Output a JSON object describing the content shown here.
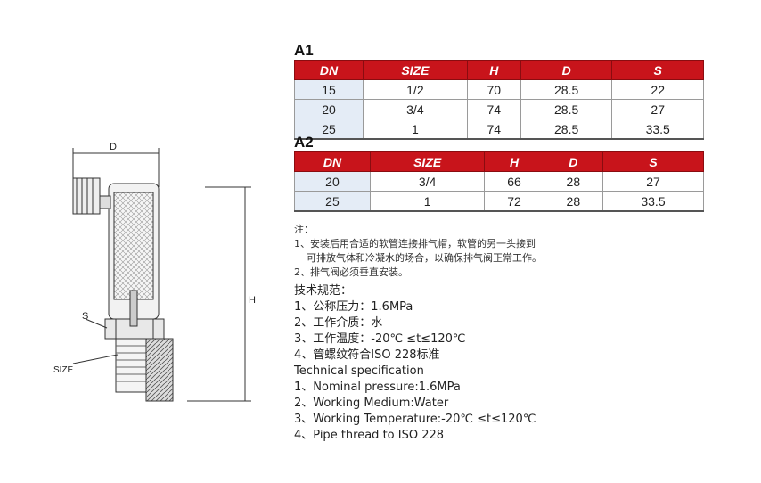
{
  "drawing": {
    "labels": {
      "d": "D",
      "h": "H",
      "s": "S",
      "size": "SIZE"
    }
  },
  "tables": {
    "a1": {
      "label": "A1",
      "headers": [
        "DN",
        "SIZE",
        "H",
        "D",
        "S"
      ],
      "rows": [
        [
          "15",
          "1/2",
          "70",
          "28.5",
          "22"
        ],
        [
          "20",
          "3/4",
          "74",
          "28.5",
          "27"
        ],
        [
          "25",
          "1",
          "74",
          "28.5",
          "33.5"
        ]
      ]
    },
    "a2": {
      "label": "A2",
      "headers": [
        "DN",
        "SIZE",
        "H",
        "D",
        "S"
      ],
      "rows": [
        [
          "20",
          "3/4",
          "66",
          "28",
          "27"
        ],
        [
          "25",
          "1",
          "72",
          "28",
          "33.5"
        ]
      ]
    }
  },
  "notes": {
    "title": "注：",
    "lines": [
      "1、安装后用合适的软管连接排气帽，软管的另一头接到",
      "    可排放气体和冷凝水的场合，以确保排气阀正常工作。",
      "2、排气阀必须垂直安装。"
    ]
  },
  "spec_cn": {
    "title": "技术规范：",
    "items": [
      "1、公称压力：1.6MPa",
      "2、工作介质：水",
      "3、工作温度：-20℃ ≤t≤120℃",
      "4、管螺纹符合ISO 228标准"
    ]
  },
  "spec_en": {
    "title": "Technical specification",
    "items": [
      "1、Nominal pressure:1.6MPa",
      "2、Working Medium:Water",
      "3、Working Temperature:-20℃ ≤t≤120℃",
      "4、Pipe thread to ISO 228"
    ]
  }
}
